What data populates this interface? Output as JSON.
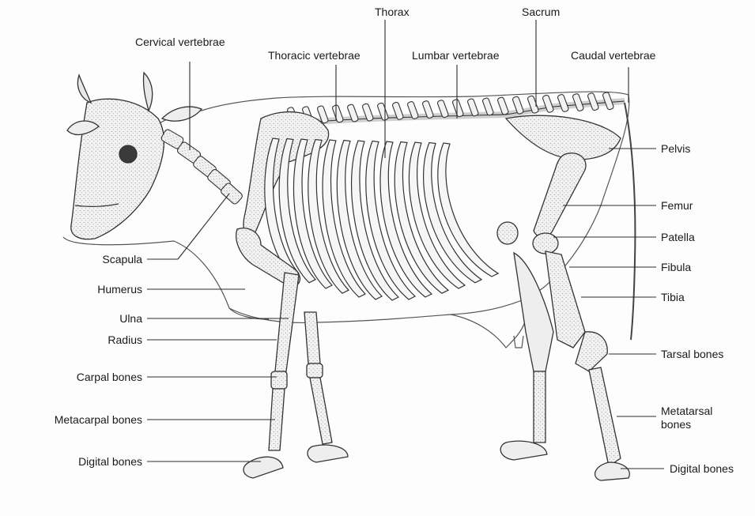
{
  "labels": {
    "thorax": "Thorax",
    "sacrum": "Sacrum",
    "cervical_vertebrae": "Cervical vertebrae",
    "thoracic_vertebrae": "Thoracic vertebrae",
    "lumbar_vertebrae": "Lumbar vertebrae",
    "caudal_vertebrae": "Caudal vertebrae",
    "pelvis": "Pelvis",
    "femur": "Femur",
    "patella": "Patella",
    "fibula": "Fibula",
    "tibia": "Tibia",
    "tarsal_bones": "Tarsal bones",
    "metatarsal_bones_line1": "Metatarsal",
    "metatarsal_bones_line2": "bones",
    "digital_bones_hind": "Digital bones",
    "scapula": "Scapula",
    "humerus": "Humerus",
    "ulna": "Ulna",
    "radius": "Radius",
    "carpal_bones": "Carpal bones",
    "metacarpal_bones": "Metacarpal bones",
    "digital_bones_fore": "Digital bones"
  },
  "colors": {
    "line": "#2a2a2a",
    "bone_fill": "#f4f4f4",
    "shade": "#bdbdbd",
    "outline": "#444444"
  }
}
